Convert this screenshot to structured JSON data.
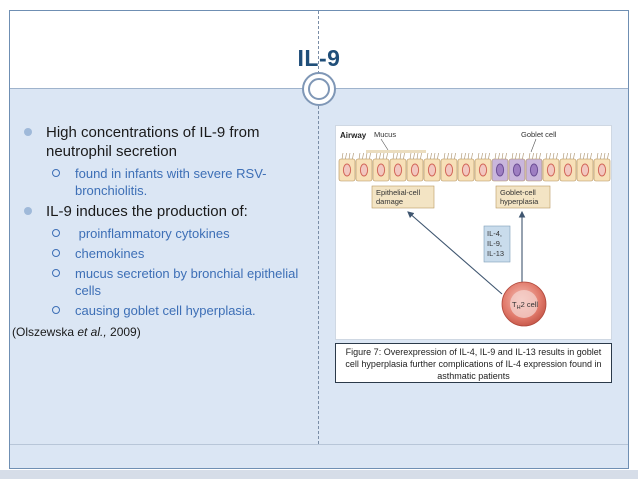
{
  "slide": {
    "title": "IL-9",
    "bullets": [
      {
        "text": "High concentrations of IL-9 from neutrophil secretion",
        "sub": [
          "found in infants with severe RSV-bronchiolitis."
        ]
      },
      {
        "text": "IL-9 induces the production of:",
        "sub": [
          " proinflammatory cytokines",
          "chemokines",
          "mucus secretion by bronchial epithelial cells",
          "causing goblet cell hyperplasia."
        ]
      }
    ],
    "citation": {
      "prefix": "(Olszewska ",
      "etal": "et al.,",
      "year": " 2009)"
    }
  },
  "figure": {
    "labels": {
      "airway": "Airway",
      "mucus": "Mucus",
      "goblet": "Goblet cell",
      "epi_line1": "Epithelial-cell",
      "epi_line2": "damage",
      "gob_line1": "Goblet-cell",
      "gob_line2": "hyperplasia",
      "il4": "IL-4,",
      "il9": "IL-9,",
      "il13": "IL-13",
      "th2": "T",
      "th2_sub": "H",
      "th2_rest": "2 cell"
    },
    "caption": "Figure 7: Overexpression of IL-4, IL-9 and IL-13 results in goblet cell hyperplasia further complications of IL-4 expression found in asthmatic patients"
  },
  "colors": {
    "title": "#1f4e79",
    "content_bg": "#dbe6f4",
    "sub_bullet": "#3d6fb6"
  }
}
